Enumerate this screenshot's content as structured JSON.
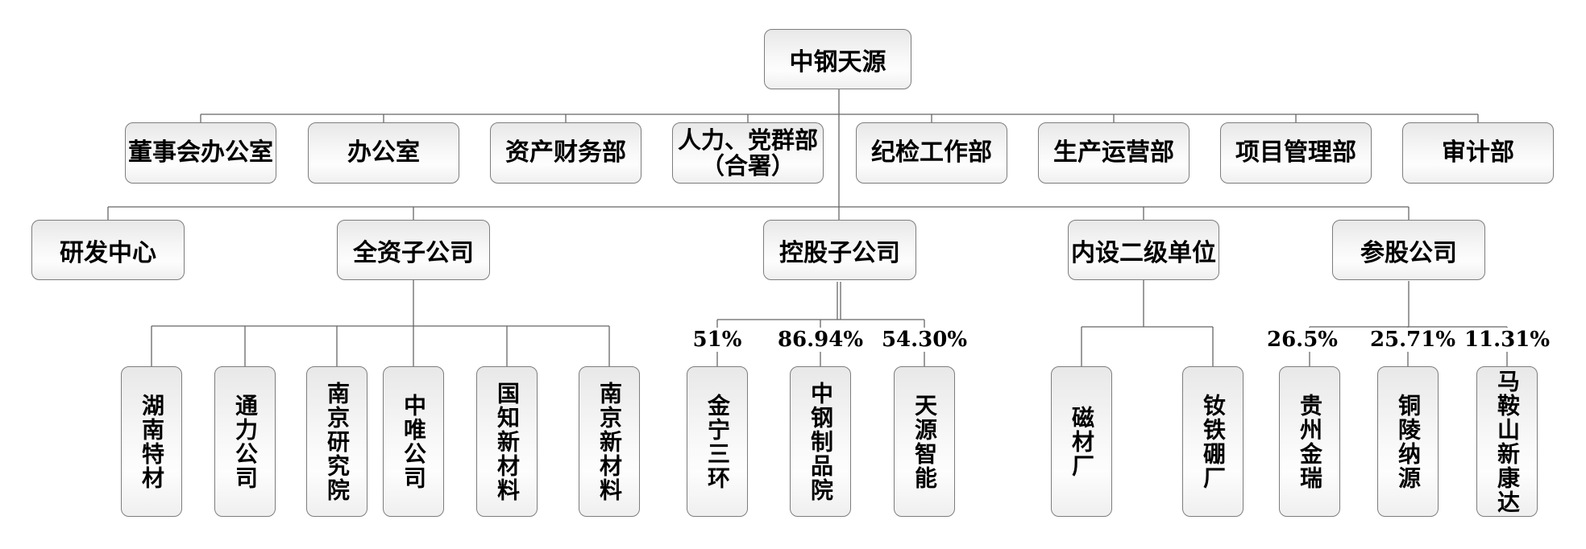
{
  "company": {
    "name": "中钢天源"
  },
  "departments": [
    {
      "label": "董事会办公室"
    },
    {
      "label": "办公室"
    },
    {
      "label": "资产财务部"
    },
    {
      "label": "人力、党群部",
      "label2": "（合署）"
    },
    {
      "label": "纪检工作部"
    },
    {
      "label": "生产运营部"
    },
    {
      "label": "项目管理部"
    },
    {
      "label": "审计部"
    }
  ],
  "branches": [
    {
      "label": "研发中心"
    },
    {
      "label": "全资子公司"
    },
    {
      "label": "控股子公司"
    },
    {
      "label": "内设二级单位"
    },
    {
      "label": "参股公司"
    }
  ],
  "wholly_owned": [
    {
      "name": "湖南特材"
    },
    {
      "name": "通力公司"
    },
    {
      "name": "南京研究院"
    },
    {
      "name": "中唯公司"
    },
    {
      "name": "国知新材料"
    },
    {
      "name": "南京新材料"
    }
  ],
  "controlled": [
    {
      "name": "金宁三环",
      "ownership": "51%"
    },
    {
      "name": "中钢制品院",
      "ownership": "86.94%"
    },
    {
      "name": "天源智能",
      "ownership": "54.30%"
    }
  ],
  "internal_units": [
    {
      "name": "磁材厂"
    },
    {
      "name": "钕铁硼厂"
    }
  ],
  "minority_stakes": [
    {
      "name": "贵州金瑞",
      "ownership": "26.5%"
    },
    {
      "name": "铜陵纳源",
      "ownership": "25.71%"
    },
    {
      "name": "马鞍山新康达",
      "ownership": "11.31%"
    }
  ],
  "colors": {
    "connector": "#666666",
    "box_border": "#7d7d7d",
    "text": "#000000"
  }
}
